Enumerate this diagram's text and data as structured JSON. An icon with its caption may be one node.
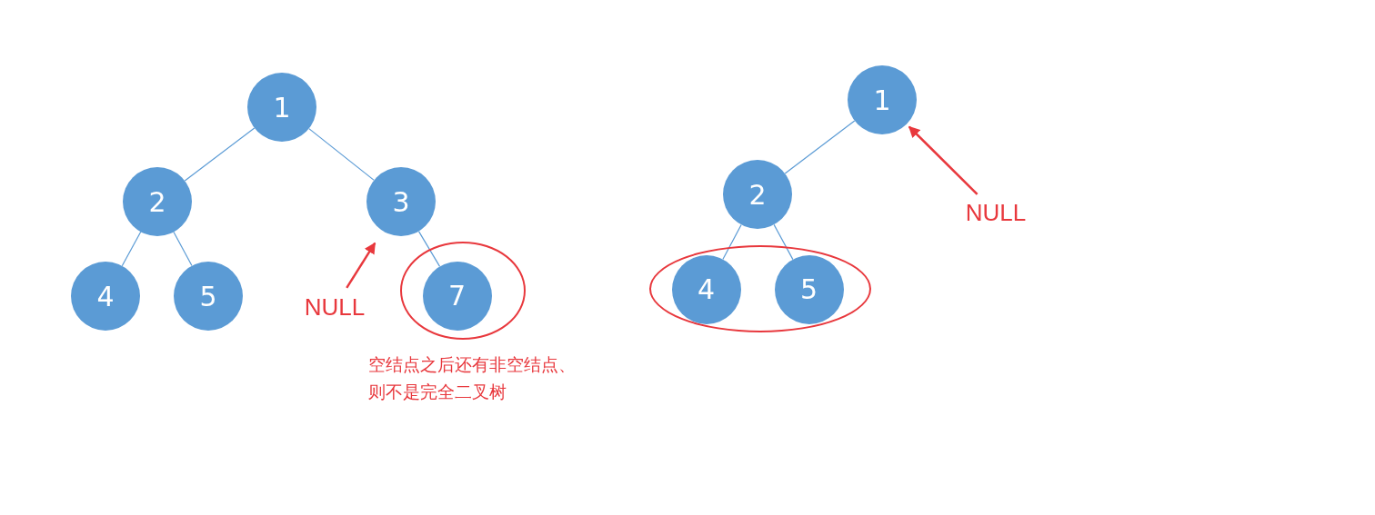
{
  "diagram": {
    "nodes": [
      {
        "text": [
          "1"
        ]
      },
      {
        "text": [
          "2"
        ]
      },
      {
        "text": [
          "3"
        ]
      },
      {
        "text": [
          "4"
        ]
      },
      {
        "text": [
          "5"
        ]
      },
      {
        "text": [],
        "shape": "ellipse",
        "beside": [
          "空结点之后还有非空结点、则不是完全二叉树"
        ]
      },
      {
        "text": [
          "7"
        ],
        "in": 5
      },
      {
        "text": [
          "NULL"
        ]
      },
      {
        "text": [
          "1"
        ]
      },
      {
        "text": [
          "2"
        ]
      },
      {
        "text": [],
        "shape": "ellipse"
      },
      {
        "text": [
          "4"
        ],
        "in": 10
      },
      {
        "text": [
          "5"
        ],
        "in": 10
      },
      {
        "text": [
          "NULL"
        ]
      }
    ],
    "edges": [
      {
        "from": 0,
        "to": 1,
        "arrow": "none"
      },
      {
        "from": 0,
        "to": 2,
        "arrow": "none"
      },
      {
        "from": 1,
        "to": 3,
        "arrow": "none"
      },
      {
        "from": 1,
        "to": 4,
        "arrow": "none"
      },
      {
        "from": 2,
        "to": 6,
        "arrow": "none"
      },
      {
        "from": 7,
        "to": 2,
        "arrow": "to",
        "color": "#e8383d"
      },
      {
        "from": 8,
        "to": 9,
        "arrow": "none"
      },
      {
        "from": 9,
        "to": 11,
        "arrow": "none"
      },
      {
        "from": 9,
        "to": 12,
        "arrow": "none"
      },
      {
        "from": 13,
        "to": 8,
        "arrow": "to",
        "color": "#e8383d"
      }
    ]
  }
}
